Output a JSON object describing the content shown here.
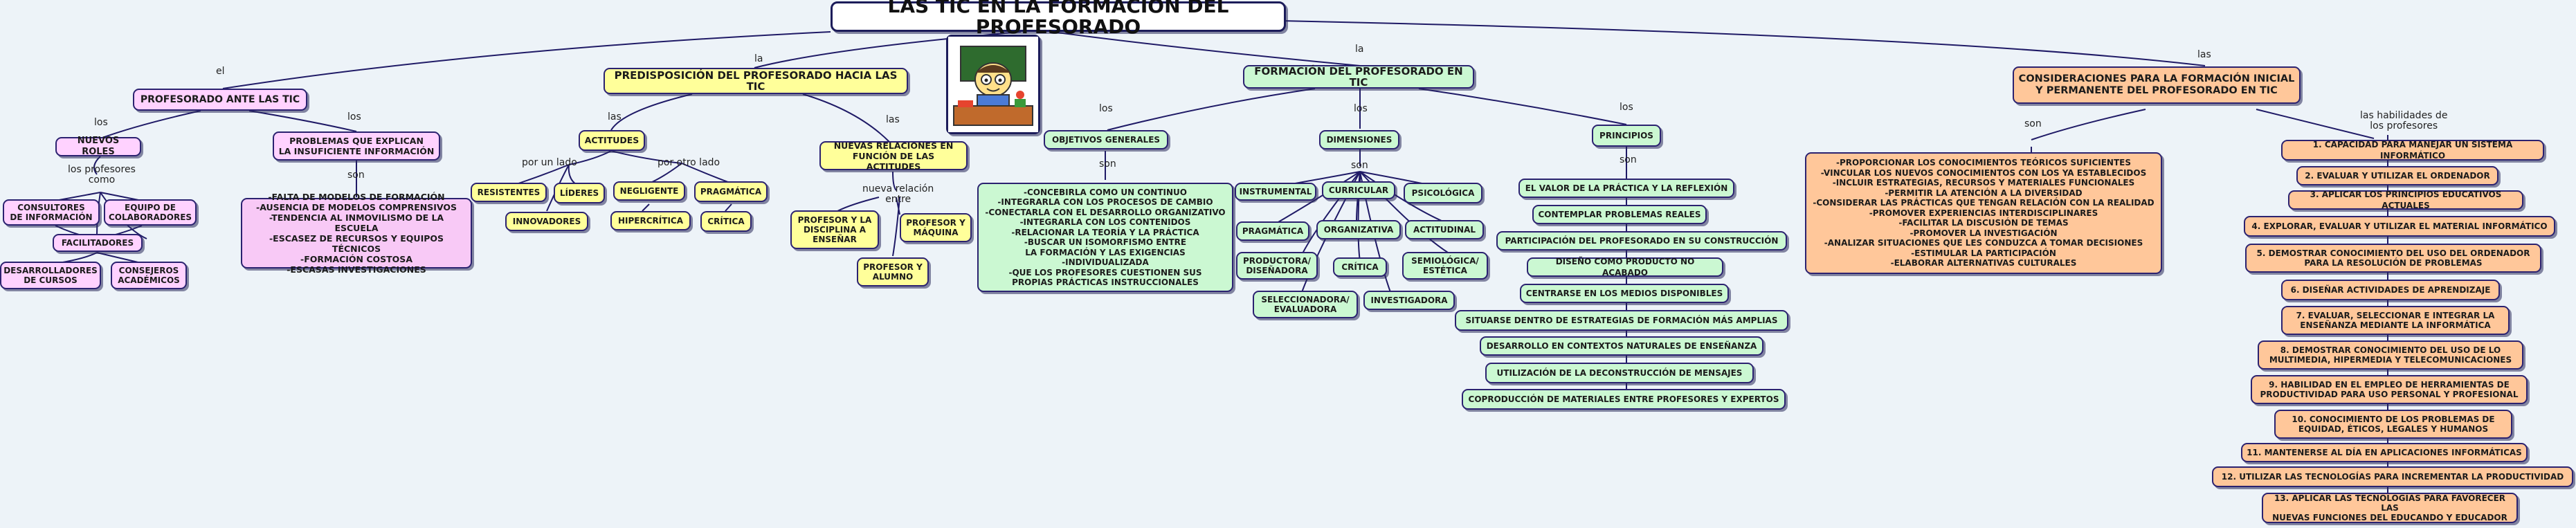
{
  "title": "LAS TIC EN LA FORMACIÓN DEL PROFESORADO",
  "link_labels": {
    "el": "el",
    "la1": "la",
    "la2": "la",
    "las1": "las",
    "los1": "los",
    "los2": "los",
    "las2": "las",
    "las3": "las",
    "porunlado": "por un lado",
    "porotrolado": "por otro lado",
    "losprofesores": "los profesores\ncomo",
    "son1": "son",
    "nuevarelacion": "nueva relación\nentre",
    "los3": "los",
    "los4": "los",
    "los5": "los",
    "son2": "son",
    "son3": "son",
    "son4": "son",
    "son5": "son",
    "habilidades": "las habilidades de\nlos profesores"
  },
  "profesorado_ante": {
    "label": "PROFESORADO ANTE LAS TIC",
    "nuevos_roles": "NUEVOS ROLES",
    "consultores": "CONSULTORES\nDE INFORMACIÓN",
    "equipo": "EQUIPO DE\nCOLABORADORES",
    "facilitadores": "FACILITADORES",
    "desarrolladores": "DESARROLLADORES\nDE CURSOS",
    "consejeros": "CONSEJEROS\nACADÉMICOS",
    "problemas": "PROBLEMAS QUE EXPLICAN\nLA INSUFICIENTE INFORMACIÓN",
    "problemas_lista": "-FALTA DE MODELOS DE FORMACIÓN\n-AUSENCIA DE MODELOS COMPRENSIVOS\n-TENDENCIA AL INMOVILISMO DE LA ESCUELA\n-ESCASEZ DE RECURSOS Y EQUIPOS TÉCNICOS\n-FORMACIÓN COSTOSA\n-ESCASAS INVESTIGACIONES"
  },
  "predisposicion": {
    "label": "PREDISPOSICIÓN DEL PROFESORADO HACIA LAS TIC",
    "actitudes": "ACTITUDES",
    "resistentes": "RESISTENTES",
    "lideres": "LÍDERES",
    "innovadores": "INNOVADORES",
    "negligente": "NEGLIGENTE",
    "pragmatica": "PRAGMÁTICA",
    "hipercritica": "HIPERCRÍTICA",
    "critica": "CRÍTICA",
    "nuevas_relaciones": "NUEVAS RELACIONES EN\nFUNCIÓN DE LAS ACTITUDES",
    "prof_disciplina": "PROFESOR Y LA\nDISCIPLINA A\nENSEÑAR",
    "prof_maquina": "PROFESOR Y\nMÁQUINA",
    "prof_alumno": "PROFESOR Y\nALUMNO"
  },
  "formacion": {
    "label": "FORMACIÓN DEL PROFESORADO EN TIC",
    "objetivos": "OBJETIVOS GENERALES",
    "objetivos_lista": "-CONCEBIRLA COMO UN CONTINUO\n-INTEGRARLA CON LOS PROCESOS DE CAMBIO\n-CONECTARLA CON EL DESARROLLO ORGANIZATIVO\n-INTEGRARLA CON LOS CONTENIDOS\n-RELACIONAR LA TEORÍA Y LA PRÁCTICA\n-BUSCAR UN ISOMORFISMO ENTRE\nLA FORMACIÓN Y LAS EXIGENCIAS\n-INDIVIDUALIZADA\n-QUE LOS PROFESORES CUESTIONEN SUS\nPROPIAS PRÁCTICAS INSTRUCCIONALES",
    "dimensiones": "DIMENSIONES",
    "instrumental": "INSTRUMENTAL",
    "curricular": "CURRICULAR",
    "psicologica": "PSICOLÓGICA",
    "pragmatica": "PRAGMÁTICA",
    "organizativa": "ORGANIZATIVA",
    "actitudinal": "ACTITUDINAL",
    "productora": "PRODUCTORA/\nDISEÑADORA",
    "critica": "CRÍTICA",
    "semiologica": "SEMIOLÓGICA/\nESTÉTICA",
    "seleccionadora": "SELECCIONADORA/\nEVALUADORA",
    "investigadora": "INVESTIGADORA",
    "principios": "PRINCIPIOS",
    "principios_lista": [
      "EL VALOR DE LA PRÁCTICA Y LA REFLEXIÓN",
      "CONTEMPLAR PROBLEMAS REALES",
      "PARTICIPACIÓN DEL PROFESORADO EN SU CONSTRUCCIÓN",
      "DISEÑO COMO PRODUCTO NO ACABADO",
      "CENTRARSE EN LOS MEDIOS DISPONIBLES",
      "SITUARSE DENTRO DE ESTRATEGIAS DE FORMACIÓN MÁS AMPLIAS",
      "DESARROLLO EN CONTEXTOS NATURALES DE ENSEÑANZA",
      "UTILIZACIÓN DE LA DECONSTRUCCIÓN DE MENSAJES",
      "COPRODUCCIÓN DE MATERIALES ENTRE PROFESORES Y EXPERTOS"
    ]
  },
  "consideraciones": {
    "label": "CONSIDERACIONES PARA LA FORMACIÓN INICIAL\nY PERMANENTE DEL PROFESORADO EN TIC",
    "lista": "-PROPORCIONAR LOS CONOCIMIENTOS TEÓRICOS SUFICIENTES\n-VINCULAR LOS NUEVOS CONOCIMIENTOS CON LOS YA ESTABLECIDOS\n-INCLUIR ESTRATEGIAS, RECURSOS Y MATERIALES FUNCIONALES\n-PERMITIR LA ATENCIÓN A LA DIVERSIDAD\n-CONSIDERAR LAS PRÁCTICAS QUE TENGAN RELACIÓN CON LA REALIDAD\n-PROMOVER EXPERIENCIAS INTERDISCIPLINARES\n-FACILITAR LA DISCUSIÓN DE TEMAS\n-PROMOVER LA INVESTIGACIÓN\n-ANALIZAR SITUACIONES QUE LES CONDUZCA A TOMAR DECISIONES\n-ESTIMULAR LA PARTICIPACIÓN\n-ELABORAR ALTERNATIVAS CULTURALES",
    "habilidades": [
      "1. CAPACIDAD PARA MANEJAR UN SISTEMA INFORMÁTICO",
      "2. EVALUAR Y UTILIZAR EL ORDENADOR",
      "3. APLICAR LOS PRINCIPIOS EDUCATIVOS ACTUALES",
      "4. EXPLORAR, EVALUAR Y UTILIZAR EL MATERIAL INFORMÁTICO",
      "5. DEMOSTRAR CONOCIMIENTO DEL USO DEL ORDENADOR\nPARA LA RESOLUCIÓN DE PROBLEMAS",
      "6. DISEÑAR ACTIVIDADES DE APRENDIZAJE",
      "7. EVALUAR, SELECCIONAR E INTEGRAR LA\nENSEÑANZA MEDIANTE LA INFORMÁTICA",
      "8. DEMOSTRAR CONOCIMIENTO DEL USO DE LO\nMULTIMEDIA, HIPERMEDIA Y TELECOMUNICACIONES",
      "9. HABILIDAD EN EL EMPLEO DE HERRAMIENTAS DE\nPRODUCTIVIDAD PARA USO PERSONAL Y PROFESIONAL",
      "10. CONOCIMIENTO DE LOS PROBLEMAS DE\nEQUIDAD, ÉTICOS, LEGALES Y HUMANOS",
      "11. MANTENERSE AL DÍA EN APLICACIONES INFORMÁTICAS",
      "12. UTILIZAR LAS TECNOLOGÍAS PARA INCREMENTAR LA PRODUCTIVIDAD",
      "13. APLICAR LAS TECNOLOGÍAS PARA FAVORECER LAS\nNUEVAS FUNCIONES DEL EDUCANDO Y EDUCADOR"
    ]
  },
  "colors": {
    "pink": "#ffd2ff",
    "yellow": "#ffff9a",
    "green": "#cbf8d2",
    "orange": "#ffc79a",
    "border": "#2b2270",
    "background": "#edf3f8"
  },
  "illustration": "teacher-at-desk-cartoon-icon"
}
